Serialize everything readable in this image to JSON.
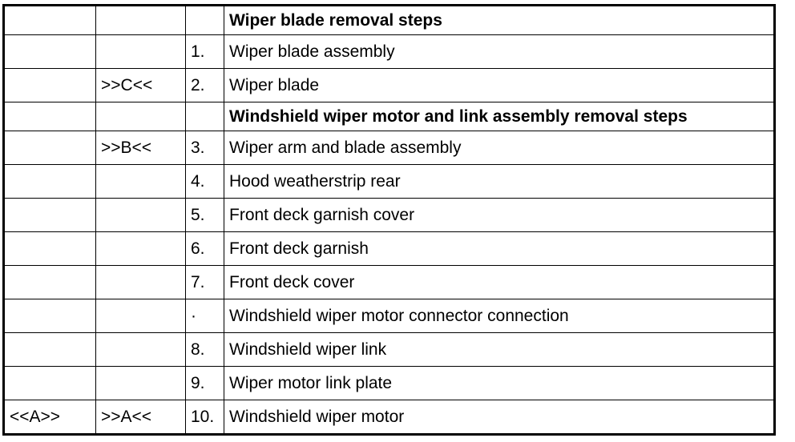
{
  "rows": [
    {
      "type": "header",
      "col_a": "",
      "col_b": "",
      "num": "",
      "desc": "Wiper blade removal steps"
    },
    {
      "type": "step",
      "col_a": "",
      "col_b": "",
      "num": "1.",
      "desc": "Wiper blade assembly"
    },
    {
      "type": "step",
      "col_a": "",
      "col_b": ">>C<<",
      "num": "2.",
      "desc": "Wiper blade"
    },
    {
      "type": "header",
      "col_a": "",
      "col_b": "",
      "num": "",
      "desc": "Windshield wiper motor and link assembly removal steps"
    },
    {
      "type": "step",
      "col_a": "",
      "col_b": ">>B<<",
      "num": "3.",
      "desc": "Wiper arm and blade assembly"
    },
    {
      "type": "step",
      "col_a": "",
      "col_b": "",
      "num": "4.",
      "desc": "Hood weatherstrip rear"
    },
    {
      "type": "step",
      "col_a": "",
      "col_b": "",
      "num": "5.",
      "desc": "Front deck garnish cover"
    },
    {
      "type": "step",
      "col_a": "",
      "col_b": "",
      "num": "6.",
      "desc": "Front deck garnish"
    },
    {
      "type": "step",
      "col_a": "",
      "col_b": "",
      "num": "7.",
      "desc": "Front deck cover"
    },
    {
      "type": "step",
      "col_a": "",
      "col_b": "",
      "num": "·",
      "desc": "Windshield wiper motor connector connection"
    },
    {
      "type": "step",
      "col_a": "",
      "col_b": "",
      "num": "8.",
      "desc": "Windshield wiper link"
    },
    {
      "type": "step",
      "col_a": "",
      "col_b": "",
      "num": "9.",
      "desc": "Wiper motor link plate"
    },
    {
      "type": "step",
      "col_a": "<<A>>",
      "col_b": ">>A<<",
      "num": "10.",
      "desc": "Windshield wiper motor"
    }
  ]
}
